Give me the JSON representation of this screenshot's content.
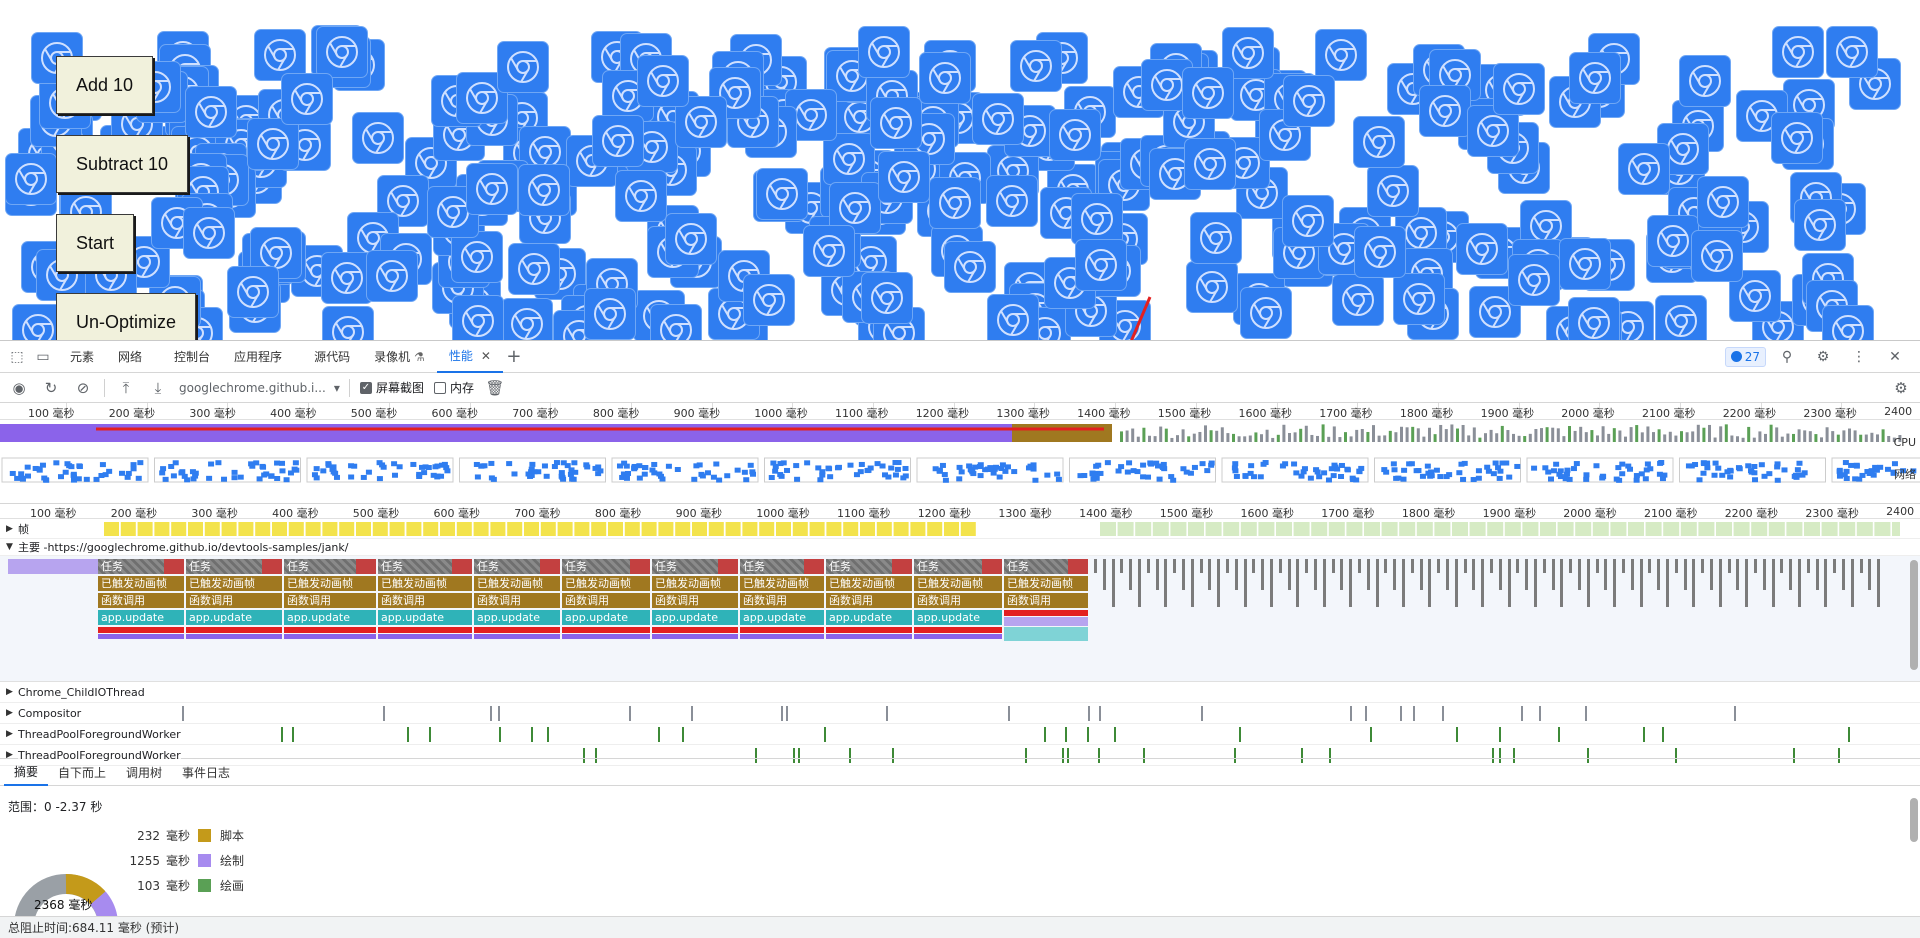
{
  "demo_page": {
    "buttons": [
      {
        "label": "Add 10"
      },
      {
        "label": "Subtract 10"
      },
      {
        "label": "Start"
      },
      {
        "label": "Un-Optimize"
      }
    ]
  },
  "devtools": {
    "tabs": [
      "元素",
      "网络",
      "控制台",
      "应用程序",
      "源代码",
      "录像机",
      "性能"
    ],
    "active_tab": "性能",
    "issues_count": "27",
    "toolbar": {
      "url": "googlechrome.github.i...",
      "screenshot_label": "屏幕截图",
      "screenshot_checked": true,
      "memory_label": "内存",
      "memory_checked": false
    },
    "overview_ticks": [
      "100 毫秒",
      "200 毫秒",
      "300 毫秒",
      "400 毫秒",
      "500 毫秒",
      "600 毫秒",
      "700 毫秒",
      "800 毫秒",
      "900 毫秒",
      "1000 毫秒",
      "1100 毫秒",
      "1200 毫秒",
      "1300 毫秒",
      "1400 毫秒",
      "1500 毫秒",
      "1600 毫秒",
      "1700 毫秒",
      "1800 毫秒",
      "1900 毫秒",
      "2000 毫秒",
      "2100 毫秒",
      "2200 毫秒",
      "2300 毫秒",
      "2400"
    ],
    "cpu_label": "CPU",
    "net_label": "网络",
    "frames_label": "帧",
    "main_label": "主要 -https://googlechrome.github.io/devtools-samples/jank/",
    "flame": {
      "task_label": "任务",
      "animation_label": "已触发动画帧",
      "function_label": "函数调用",
      "update_label": "app.update"
    },
    "threads": [
      "Chrome_ChildIOThread",
      "Compositor",
      "ThreadPoolForegroundWorker",
      "ThreadPoolForegroundWorker"
    ],
    "bottom_tabs": [
      "摘要",
      "自下而上",
      "调用树",
      "事件日志"
    ],
    "summary": {
      "range": "范围：0 -2.37 秒",
      "items": [
        {
          "value": "232",
          "unit": "毫秒",
          "name": "脚本",
          "color": "#c49a1a"
        },
        {
          "value": "1255",
          "unit": "毫秒",
          "name": "绘制",
          "color": "#a78bef"
        },
        {
          "value": "103",
          "unit": "毫秒",
          "name": "绘画",
          "color": "#5aa055"
        }
      ],
      "total": "2368 毫秒"
    },
    "status": "总阻止时间:684.11 毫秒 (预计)"
  }
}
